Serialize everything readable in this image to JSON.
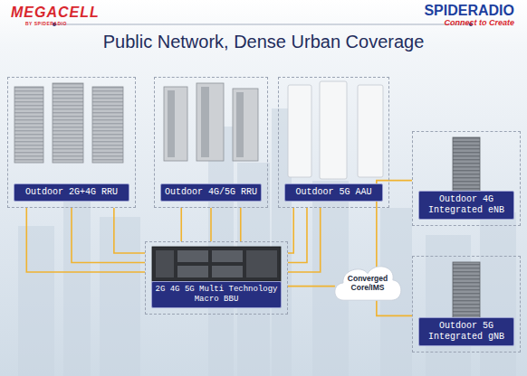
{
  "diagram": {
    "title": "Public Network, Dense Urban Coverage",
    "nodes": [
      {
        "text": [
          "Outdoor 2G+4G RRU"
        ]
      },
      {
        "text": [
          "Outdoor 4G/5G RRU"
        ]
      },
      {
        "text": [
          "Outdoor 5G AAU"
        ]
      },
      {
        "text": [
          "Outdoor 4G Integrated eNB"
        ]
      },
      {
        "text": [
          "2G 4G 5G Multi Technology Macro BBU"
        ]
      },
      {
        "text": [
          "Converged Core/IMS"
        ]
      },
      {
        "text": [
          "Outdoor 5G Integrated gNB"
        ]
      }
    ],
    "edges": [
      {
        "from": 0,
        "to": 4,
        "arrow": "none"
      },
      {
        "from": 1,
        "to": 4,
        "arrow": "none"
      },
      {
        "from": 2,
        "to": 4,
        "arrow": "none"
      },
      {
        "from": 4,
        "to": 5,
        "arrow": "none"
      },
      {
        "from": 5,
        "to": 3,
        "arrow": "none"
      },
      {
        "from": 5,
        "to": 6,
        "arrow": "none"
      }
    ],
    "labels": [
      "MEGACELL",
      "BY SPIDERADIO",
      "SPIDERADIO",
      "Connect to Create"
    ]
  }
}
